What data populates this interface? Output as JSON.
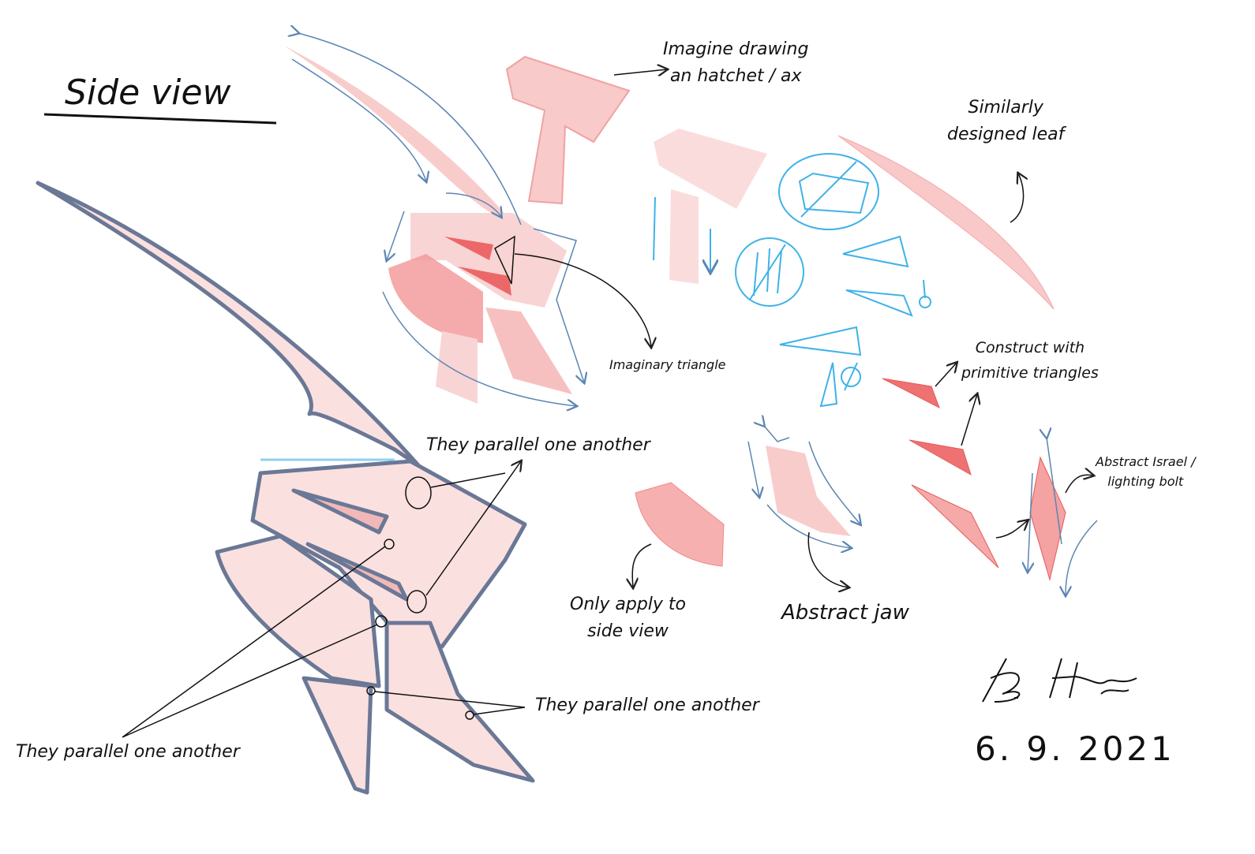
{
  "title": "Side view",
  "labels": {
    "hatchet": [
      "Imagine drawing",
      "an hatchet / ax"
    ],
    "leaf": [
      "Similarly",
      "designed leaf"
    ],
    "imaginary_triangle": "Imaginary triangle",
    "construct": [
      "Construct with",
      "primitive triangles"
    ],
    "bolt": [
      "Abstract Israel /",
      "lighting bolt"
    ],
    "parallel_top": "They parallel one another",
    "parallel_right": "They parallel one another",
    "parallel_left": "They parallel one another",
    "side_only": [
      "Only apply to",
      "side view"
    ],
    "jaw": "Abstract jaw"
  },
  "signature": "B. Hayes",
  "date": "6. 9. 2021",
  "colors": {
    "pink": "#f7c4c4",
    "red": "#ee6f6f",
    "blue": "#5b86b3",
    "cyan": "#3fb2e8",
    "outline": "#5a6f8f"
  }
}
